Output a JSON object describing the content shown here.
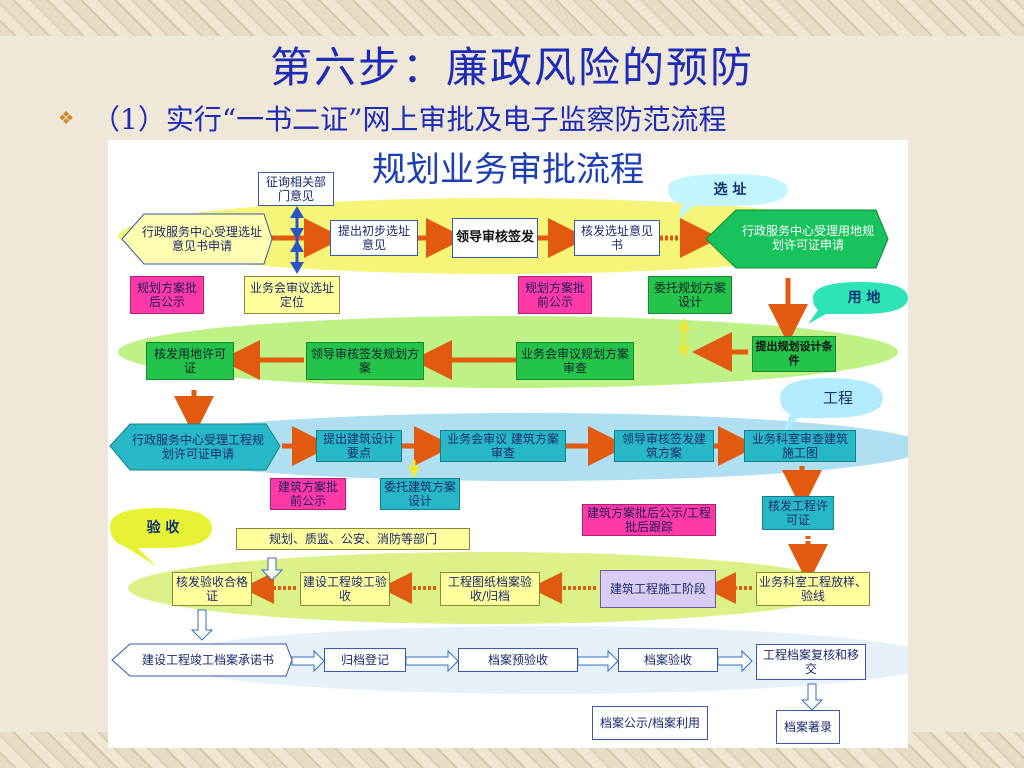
{
  "slide": {
    "title": "第六步：廉政风险的预防",
    "subtitle": "（1）实行“一书二证”网上审批及电子监察防范流程"
  },
  "diagram": {
    "title": "规划业务审批流程",
    "stages": {
      "site": "选 址",
      "land": "用 地",
      "project": "工程",
      "accept": "验 收"
    },
    "boxes": {
      "b01": "征询相关部门意见",
      "b02": "行政服务中心受理选址意见书申请",
      "b03": "提出初步选址意见",
      "b04": "领导审核签发",
      "b05": "核发选址意见书",
      "b06": "行政服务中心受理用地规划许可证申请",
      "b07": "规划方案批后公示",
      "b08": "业务会审议选址定位",
      "b09": "规划方案批前公示",
      "b10": "委托规划方案设计",
      "b11": "核发用地许可证",
      "b12": "领导审核签发规划方案",
      "b13": "业务会审议规划方案审查",
      "b14": "提出规划设计条件",
      "b15": "行政服务中心受理工程规划许可证申请",
      "b16": "提出建筑设计要点",
      "b17": "业务会审议  建筑方案审查",
      "b18": "领导审核签发建筑方案",
      "b19": "业务科室审查建筑施工图",
      "b20": "建筑方案批前公示",
      "b21": "委托建筑方案设计",
      "b22": "建筑方案批后公示/工程批后跟踪",
      "b23": "核发工程许可证",
      "b24": "规划、质监、公安、消防等部门",
      "b25": "核发验收合格证",
      "b26": "建设工程竣工验收",
      "b27": "工程图纸档案验收/归档",
      "b28": "建筑工程施工阶段",
      "b29": "业务科室工程放样、验线",
      "b30": "建设工程竣工档案承诺书",
      "b31": "归档登记",
      "b32": "档案预验收",
      "b33": "档案验收",
      "b34": "工程档案复核和移交",
      "b35": "档案公示/档案利用",
      "b36": "档案著录"
    }
  }
}
